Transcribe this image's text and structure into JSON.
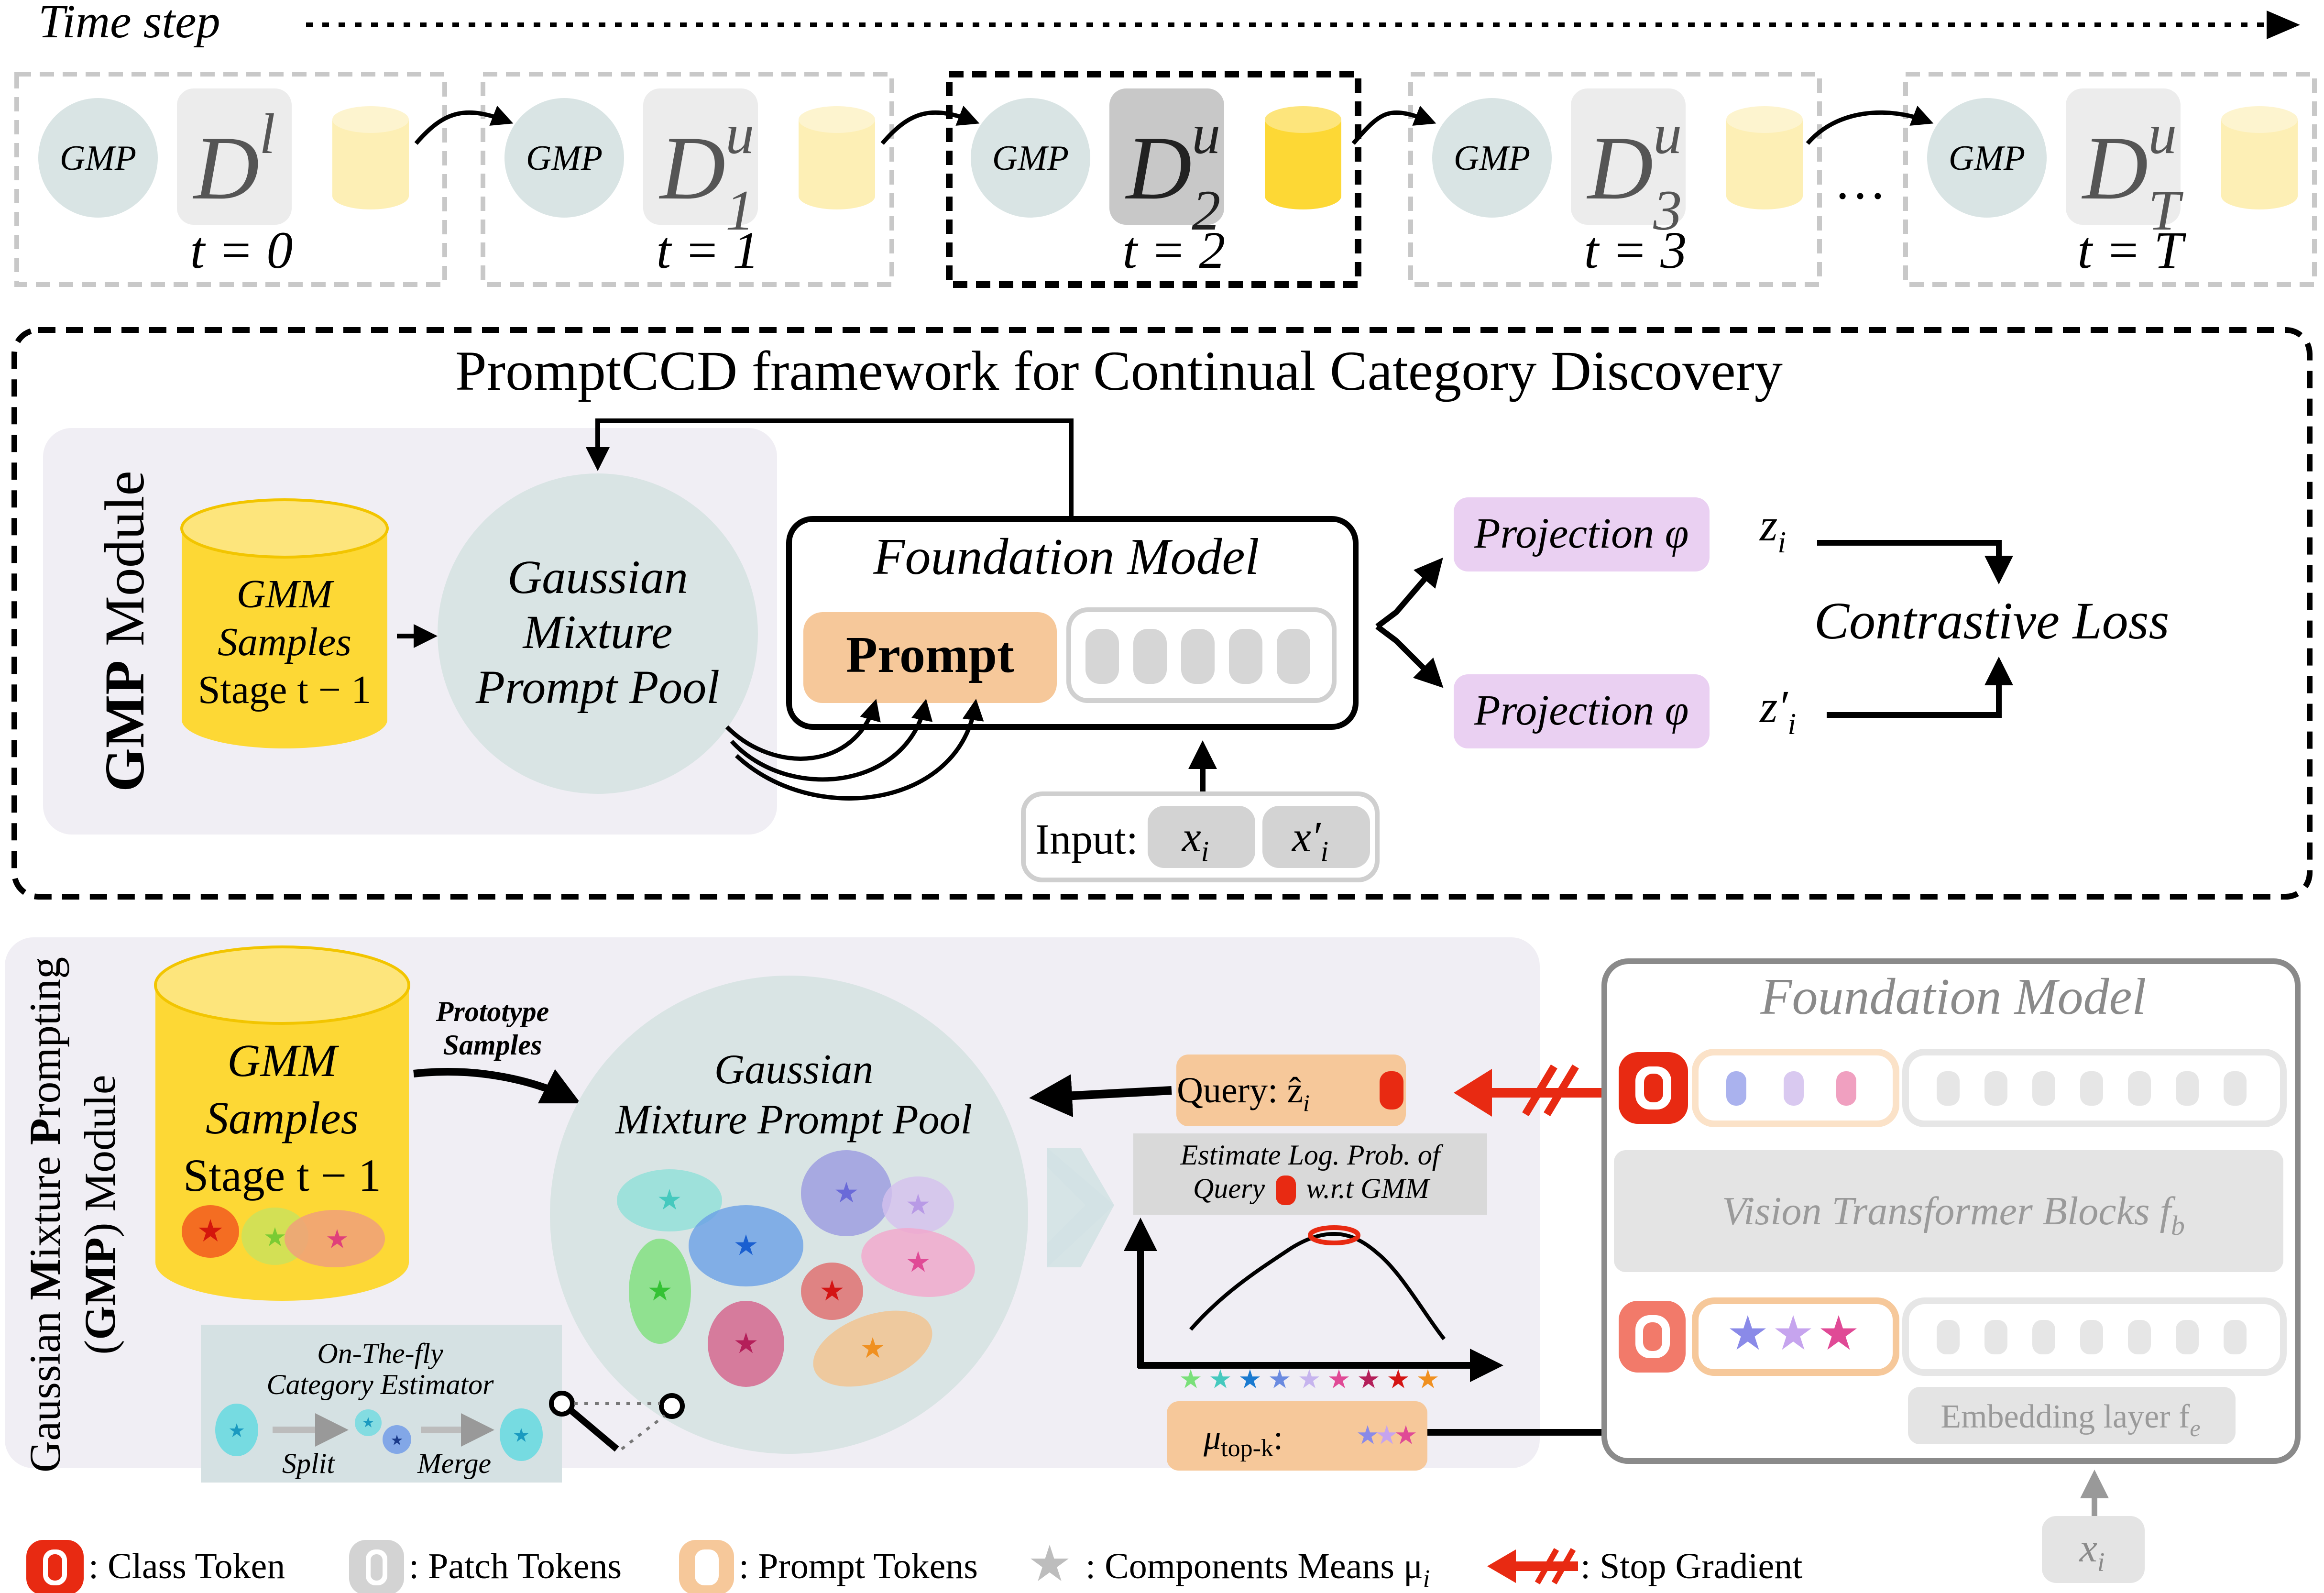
{
  "timeline": {
    "label": "Time step",
    "gmp_label": "GMP",
    "datasets": [
      {
        "base": "D",
        "sup": "l",
        "sub": "",
        "t_label": "t = 0"
      },
      {
        "base": "D",
        "sup": "u",
        "sub": "1",
        "t_label": "t = 1"
      },
      {
        "base": "D",
        "sup": "u",
        "sub": "2",
        "t_label": "t = 2"
      },
      {
        "base": "D",
        "sup": "u",
        "sub": "3",
        "t_label": "t = 3"
      },
      {
        "base": "D",
        "sup": "u",
        "sub": "T",
        "t_label": "t = T"
      }
    ],
    "ellipsis": "…",
    "active_index": 2
  },
  "framework": {
    "title": "PromptCCD framework for Continual Category Discovery",
    "gmp_module_bold": "GMP",
    "gmp_module_rest": " Module",
    "gmm_samples": [
      "GMM",
      "Samples",
      "Stage t − 1"
    ],
    "prompt_pool": [
      "Gaussian",
      "Mixture",
      "Prompt Pool"
    ],
    "foundation_model": "Foundation Model",
    "prompt": "Prompt",
    "projection": "Projection φ",
    "z1": "z",
    "z1_sub": "i",
    "z2": "z′",
    "z2_sub": "i",
    "contrastive_loss": "Contrastive Loss",
    "input_label": "Input:",
    "x1": "x",
    "x1_sub": "i",
    "x2": "x′",
    "x2_sub": "i"
  },
  "gmp_detail": {
    "side_label_line1_a": "Gaussian ",
    "side_label_line1_b": "M",
    "side_label_line1_c": "ixture ",
    "side_label_line1_d": "P",
    "side_label_line1_e": "rompting",
    "side_label_line2_a": "(",
    "side_label_line2_b": "GMP",
    "side_label_line2_c": ") Module",
    "gmm_samples": [
      "GMM",
      "Samples",
      "Stage t − 1"
    ],
    "prototype_samples": [
      "Prototype",
      "Samples"
    ],
    "prompt_pool": [
      "Gaussian",
      "Mixture Prompt Pool"
    ],
    "estimator": [
      "On-The-fly",
      "Category Estimator"
    ],
    "split": "Split",
    "merge": "Merge",
    "query": "Query: ẑ",
    "query_sub": "i",
    "estimate": [
      "Estimate Log. Prob. of",
      "Query",
      "w.r.t GMM"
    ],
    "mu_topk": "μ",
    "mu_topk_sub": "top-k",
    "mu_topk_colon": ":",
    "foundation_model": "Foundation Model",
    "vit_blocks": "Vision Transformer Blocks f",
    "vit_sub": "b",
    "embedding": "Embedding layer f",
    "embedding_sub": "e",
    "input": "x",
    "input_sub": "i"
  },
  "legend": {
    "class_token": ": Class Token",
    "patch_tokens": ": Patch Tokens",
    "prompt_tokens": ": Prompt Tokens",
    "components_means": ": Components Means μ",
    "components_sub": "i",
    "stop_gradient": ": Stop Gradient"
  },
  "colors": {
    "gmp_circle": "#d9e4e4",
    "dataset_box": "#e8e8e8",
    "cylinder_light": "#fdeeb0",
    "cylinder_dark": "#fdd835",
    "prompt_orange": "#f6c89a",
    "projection_purple": "#ead0f2",
    "panel_lavender": "#f0eef4",
    "stop_gradient_red": "#e82a12"
  }
}
